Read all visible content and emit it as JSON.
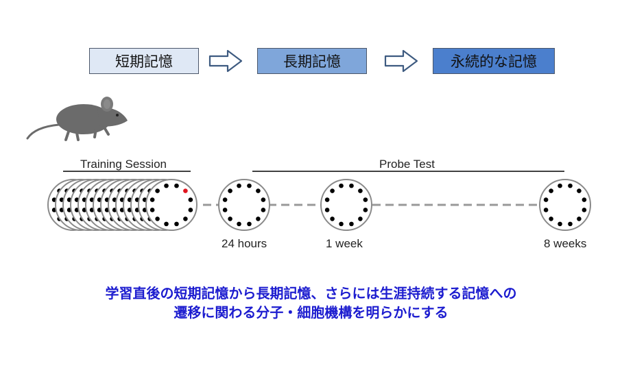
{
  "stages": [
    {
      "label": "短期記憶",
      "color": "#dfe8f5"
    },
    {
      "label": "長期記憶",
      "color": "#7fa6da"
    },
    {
      "label": "永続的な記憶",
      "color": "#4b7fcd"
    }
  ],
  "training": {
    "label": "Training Session",
    "session_count": 14
  },
  "probe": {
    "label": "Probe Test"
  },
  "timepoints": [
    "24 hours",
    "1 week",
    "8 weeks"
  ],
  "caption": {
    "line1": "学習直後の短期記憶から長期記憶、さらには生涯持続する記憶への",
    "line2": "遷移に関わる分子・細胞機構を明らかにする"
  },
  "colors": {
    "target_hole": "#e0141e",
    "hole": "#000000",
    "caption": "#1c1ccf",
    "dashed_line": "#999999"
  },
  "icons": {
    "animal": "mouse-icon",
    "transition": "right-arrow-icon"
  }
}
